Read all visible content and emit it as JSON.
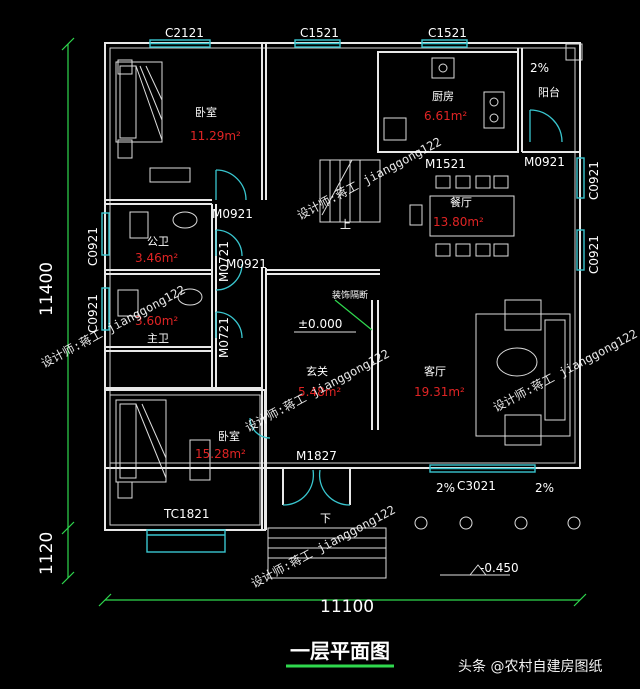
{
  "drawing": {
    "title": "一层平面图",
    "footer": "头条 @农村自建房图纸",
    "watermark": "设计师:蒋工 jianggong122"
  },
  "dimensions": {
    "total_height": "11400",
    "stair_height": "1120",
    "total_width": "11100"
  },
  "windows": {
    "w1": "C2121",
    "w2": "C1521",
    "w3": "C1521",
    "w4": "C0921",
    "w5": "C0921",
    "w6": "C0921",
    "w7": "C0921",
    "w8": "C3021",
    "w9": "TC1821"
  },
  "doors": {
    "d1": "M0921",
    "d2": "M0921",
    "d3": "M0921",
    "d4": "M0721",
    "d5": "M0721",
    "d6": "M1521",
    "d7": "M1827"
  },
  "rooms": {
    "bedroom1": {
      "name": "卧室",
      "area": "11.29m²"
    },
    "kitchen": {
      "name": "厨房",
      "area": "6.61m²"
    },
    "balcony": {
      "name": "阳台"
    },
    "dining": {
      "name": "餐厅",
      "area": "13.80m²"
    },
    "bath1": {
      "name": "公卫",
      "area": "3.46m²"
    },
    "bath2": {
      "name": "主卫",
      "area": "3.60m²"
    },
    "foyer": {
      "name": "玄关",
      "area": "5.48m²"
    },
    "living": {
      "name": "客厅",
      "area": "19.31m²"
    },
    "bedroom2": {
      "name": "卧室",
      "area": "15.28m²"
    }
  },
  "annotations": {
    "slope1": "2%",
    "slope2": "2%",
    "slope3": "2%",
    "level0": "±0.000",
    "level1": "-0.450",
    "partition": "装饰隔断",
    "stair_up": "上",
    "stair_down": "下"
  }
}
